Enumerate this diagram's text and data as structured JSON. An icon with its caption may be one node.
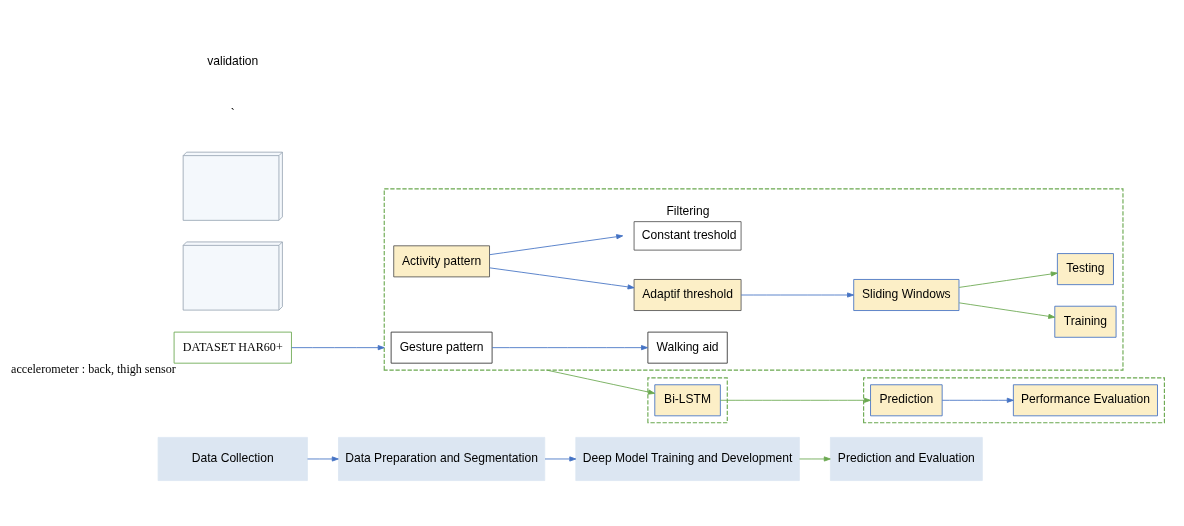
{
  "diagram": {
    "nodes": [
      {
        "text": [
          "Data Collection"
        ]
      },
      {
        "text": [
          "Data Preparation and Segmentation"
        ]
      },
      {
        "text": [
          "Deep Model Training and Development"
        ]
      },
      {
        "text": [
          "Prediction and Evaluation"
        ]
      },
      {
        "text": [
          "DATASET HAR60+"
        ],
        "beside": [
          "accelerometer : back, thigh sensor"
        ]
      },
      {
        "text": [],
        "shape": "picture"
      },
      {
        "text": [],
        "shape": "picture"
      },
      {
        "text": [],
        "shape": "box"
      },
      {
        "text": [
          "Gesture pattern"
        ],
        "in": 7
      },
      {
        "text": [
          "Walking aid"
        ],
        "in": 7
      },
      {
        "text": [
          "Activity pattern"
        ],
        "in": 7
      },
      {
        "text": [
          "Filtering",
          "Constant treshold"
        ],
        "in": 7
      },
      {
        "text": [
          "Adaptif threshold"
        ],
        "in": 7
      },
      {
        "text": [
          "Sliding Windows"
        ],
        "in": 7
      },
      {
        "text": [
          "Training"
        ],
        "in": 7
      },
      {
        "text": [
          "Testing"
        ],
        "in": 7
      },
      {
        "text": [],
        "shape": "box"
      },
      {
        "text": [
          "Bi-LSTM"
        ],
        "in": 16
      },
      {
        "text": [],
        "shape": "box"
      },
      {
        "text": [
          "Prediction"
        ],
        "in": 18
      },
      {
        "text": [
          "Performance Evaluation"
        ],
        "in": 18
      }
    ],
    "edges": [
      {
        "from": 0,
        "to": 1,
        "arrow": "to"
      },
      {
        "from": 1,
        "to": 2,
        "arrow": "to"
      },
      {
        "from": 2,
        "to": 3,
        "arrow": "to",
        "color": "#6aa84f"
      },
      {
        "from": 4,
        "to": 7,
        "arrow": "to"
      },
      {
        "from": 8,
        "to": 9,
        "arrow": "to"
      },
      {
        "from": 10,
        "to": 11,
        "arrow": "to"
      },
      {
        "from": 10,
        "to": 12,
        "arrow": "to"
      },
      {
        "from": 12,
        "to": 13,
        "arrow": "to"
      },
      {
        "from": 13,
        "to": 14,
        "arrow": "to",
        "color": "#6aa84f"
      },
      {
        "from": 13,
        "to": 15,
        "arrow": "to",
        "color": "#6aa84f"
      },
      {
        "from": 7,
        "to": 17,
        "arrow": "to",
        "color": "#6aa84f"
      },
      {
        "from": 17,
        "to": 19,
        "arrow": "to",
        "color": "#6aa84f"
      },
      {
        "from": 19,
        "to": 20,
        "arrow": "to"
      }
    ],
    "labels": [
      "`",
      "validation"
    ]
  }
}
